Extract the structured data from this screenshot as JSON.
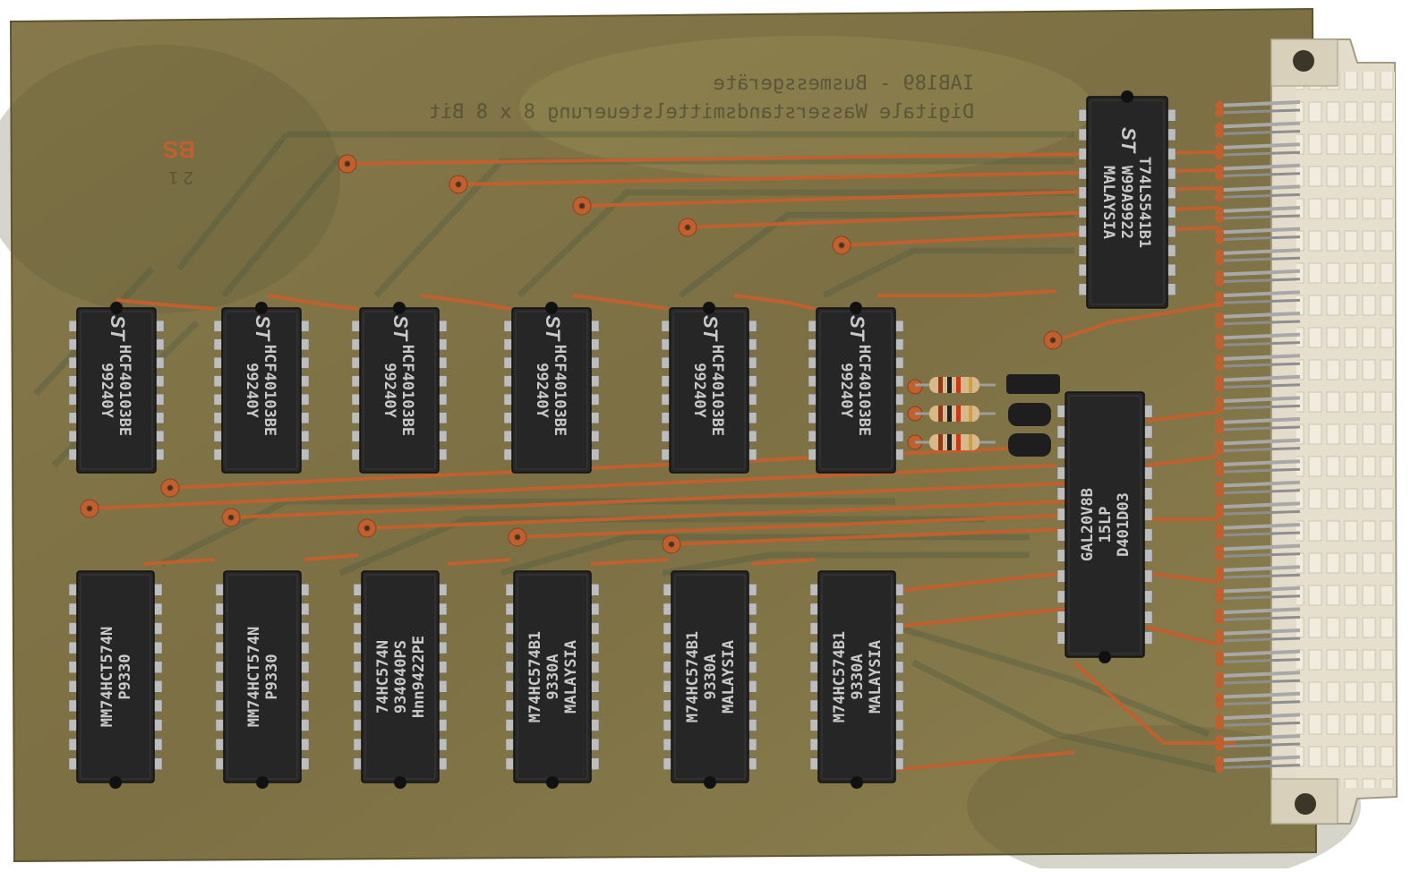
{
  "board": {
    "colors": {
      "substrate": "#7f7444",
      "substrate_light": "#9a8d55",
      "copper": "#c0602f",
      "chip_body": "#262626",
      "chip_text": "#c9c9c9",
      "pin": "#b9b9b9",
      "connector": "#e3dccb"
    },
    "mirrored_title_line1": "IAB189 - Busmessgeräte",
    "mirrored_title_line2": "Digitale Wasserstandsmittelsteuerung 8 x 8 Bit",
    "board_mark": "BS",
    "board_sub_mark": "2 1"
  },
  "chips_top_row": [
    {
      "line1": "HCF40103BE",
      "line2": "99240Y"
    },
    {
      "line1": "HCF40103BE",
      "line2": "99240Y"
    },
    {
      "line1": "HCF40103BE",
      "line2": "99240Y"
    },
    {
      "line1": "HCF40103BE",
      "line2": "99240Y"
    },
    {
      "line1": "HCF40103BE",
      "line2": "99240Y"
    },
    {
      "line1": "HCF40103BE",
      "line2": "99240Y"
    }
  ],
  "chips_bottom_row": [
    {
      "line1": "MM74HCT574N",
      "line2": "P9330"
    },
    {
      "line1": "MM74HCT574N",
      "line2": "P9330"
    },
    {
      "line1": "74HC574N",
      "line2": "934040PS",
      "line3": "Hnn9422PE"
    },
    {
      "line1": "M74HC574B1",
      "line2": "9330A",
      "line3": "MALAYSIA"
    },
    {
      "line1": "M74HC574B1",
      "line2": "9330A",
      "line3": "MALAYSIA"
    },
    {
      "line1": "M74HC574B1",
      "line2": "9330A",
      "line3": "MALAYSIA"
    }
  ],
  "chip_buffer": {
    "line1": "T74LS541B1",
    "line2": "W99A9922",
    "line3": "MALAYSIA"
  },
  "chip_gal": {
    "line1": "GAL20V8B",
    "line2": "15LP",
    "line3": "D401D03"
  }
}
